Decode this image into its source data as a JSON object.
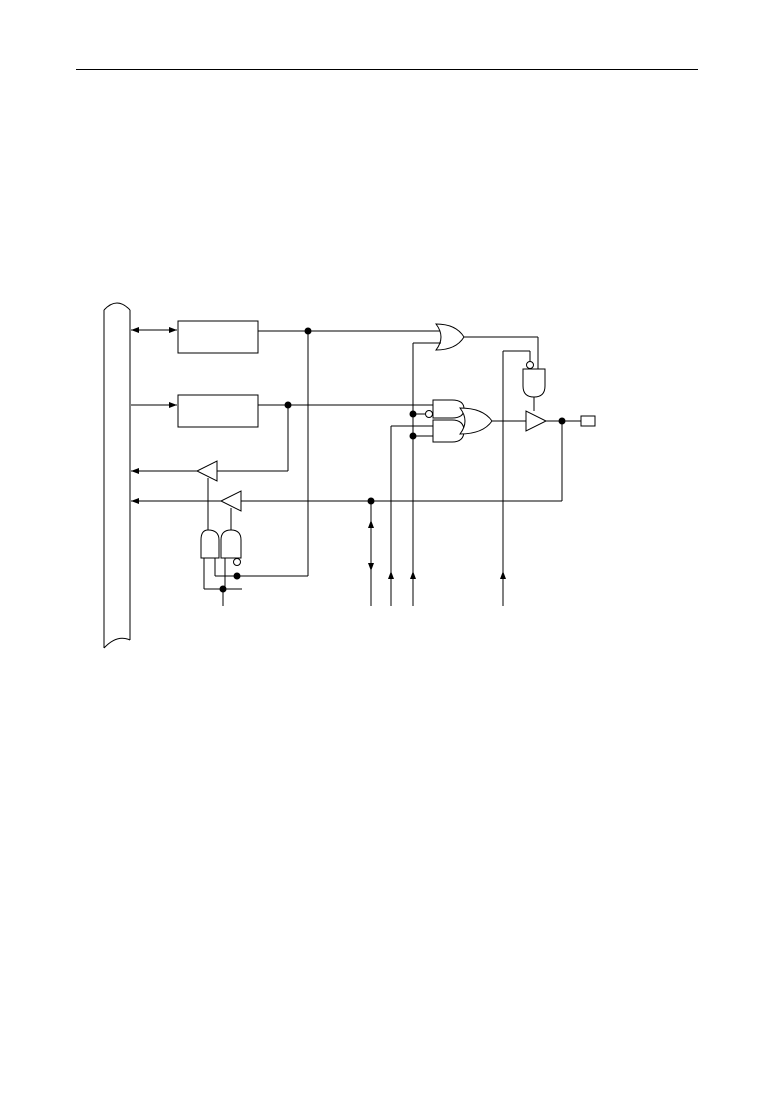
{
  "page": {
    "header_rule": true
  },
  "diagram": {
    "kind": "logic-schematic",
    "text_labels": [],
    "elements": [
      "internal-data-bus",
      "register-top",
      "register-middle",
      "or-gate-top",
      "and-gate-upper",
      "and-gate-lower",
      "or-gate-combine",
      "nand-gate-enable",
      "output-buffer",
      "output-pin",
      "read-buffer-upper",
      "read-buffer-lower",
      "and-gate-read-left",
      "and-gate-read-right",
      "bidirectional-control-line",
      "control-input-1",
      "control-input-2",
      "control-input-3",
      "control-input-4"
    ]
  }
}
